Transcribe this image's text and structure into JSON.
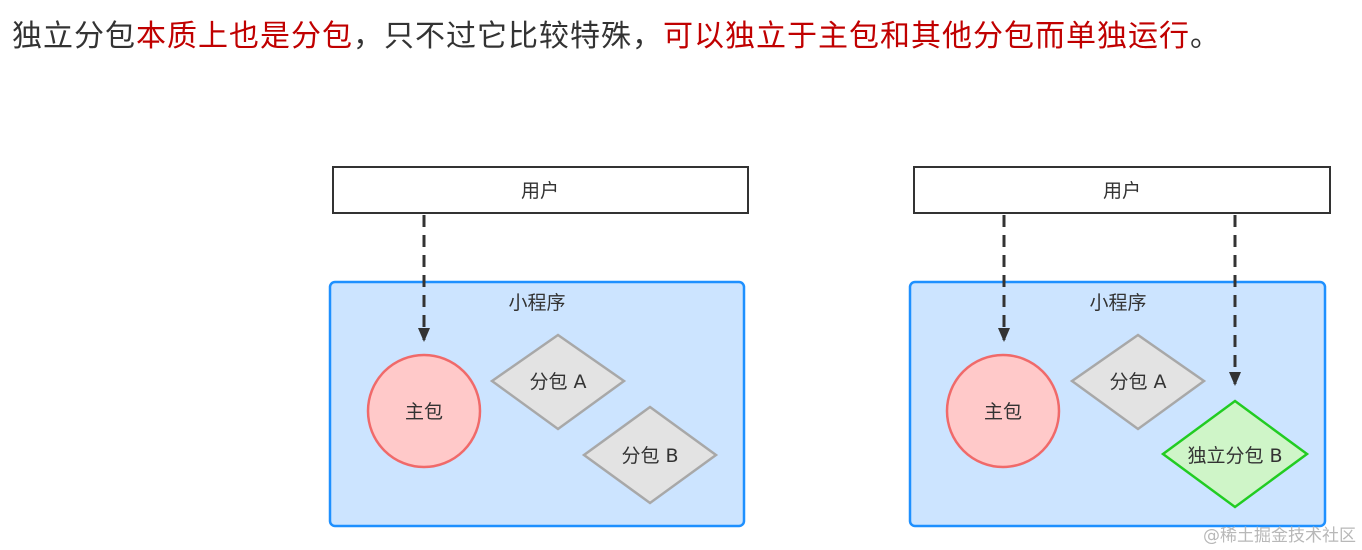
{
  "headline": {
    "part1": "独立分包",
    "part2": "本质上也是分包",
    "part3": "，只不过它比较特殊，",
    "part4": "可以独立于主包和其他分包而单独运行",
    "part5": "。"
  },
  "colors": {
    "emphasis": "#c00000",
    "container_fill": "#cce4ff",
    "container_stroke": "#1e90ff",
    "main_fill": "#ffc9c9",
    "main_stroke": "#f06a6a",
    "sub_fill": "#e3e3e3",
    "sub_stroke": "#a8a8a8",
    "independent_fill": "#cff5c8",
    "independent_stroke": "#22cc22"
  },
  "left_diagram": {
    "user": "用户",
    "container": "小程序",
    "main_package": "主包",
    "sub_a": "分包 A",
    "sub_b": "分包 B"
  },
  "right_diagram": {
    "user": "用户",
    "container": "小程序",
    "main_package": "主包",
    "sub_a": "分包 A",
    "sub_b": "独立分包 B"
  },
  "watermark": "@稀土掘金技术社区"
}
